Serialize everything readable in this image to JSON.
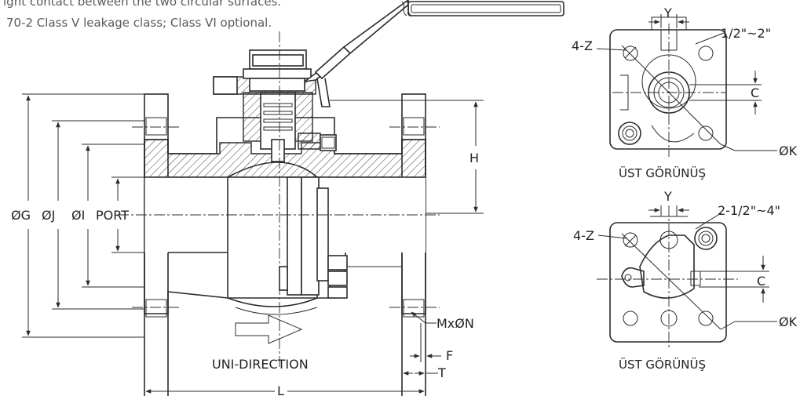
{
  "notes": {
    "line1": "ight contact between the two circular surfaces.",
    "line2": "70-2 Class V leakage class; Class VI optional."
  },
  "side_view": {
    "labels": {
      "g": "ØG",
      "j": "ØJ",
      "i": "ØI",
      "port": "PORT",
      "h": "H",
      "m": "MxØN",
      "f": "F",
      "t": "T",
      "l": "L",
      "flow": "UNI-DIRECTION"
    }
  },
  "top_view_small": {
    "size_range": "1/2\"~2\"",
    "y": "Y",
    "z": "4-Z",
    "c": "C",
    "k": "ØK",
    "caption": "ÜST GÖRÜNÜŞ"
  },
  "top_view_large": {
    "size_range": "2-1/2\"~4\"",
    "y": "Y",
    "z": "4-Z",
    "c": "C",
    "k": "ØK",
    "caption": "ÜST GÖRÜNÜŞ"
  },
  "colors": {
    "line": "#2b2b2b",
    "note_text": "#5a5a5a"
  }
}
